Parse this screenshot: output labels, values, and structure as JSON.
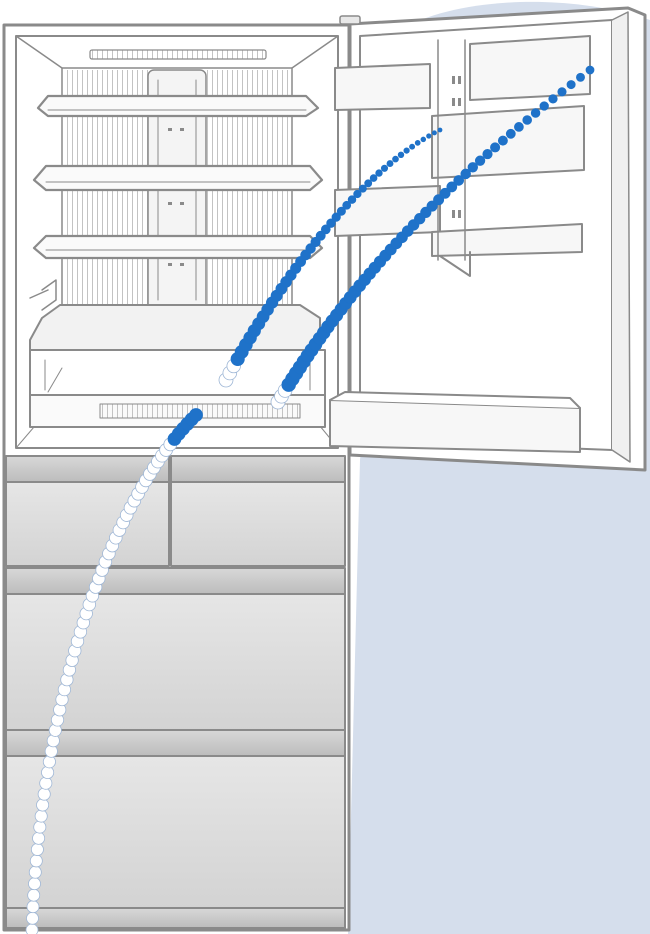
{
  "scene": {
    "colors": {
      "background": "#ffffff",
      "backdrop": "#d5deec",
      "outline": "#8a8a8a",
      "interior": "#ffffff",
      "drawer_face": "#dcdcdc",
      "drawer_band": "#c4c4c4",
      "dot_fill": "#ffffff",
      "dot_accent": "#1f72c9"
    },
    "components": {
      "refrigerator": "refrigerator",
      "compartment": "refrigerator-compartment",
      "door": "refrigerator-door",
      "drawers": [
        "vegetable-drawer-left",
        "vegetable-drawer-right",
        "freezer-drawer",
        "bottom-drawer"
      ],
      "airflow": [
        "airflow-path-drawers",
        "airflow-path-compartment",
        "airflow-path-door"
      ]
    }
  }
}
